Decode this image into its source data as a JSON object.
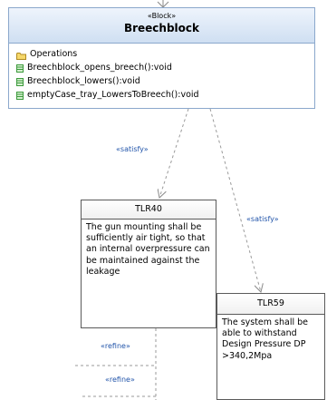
{
  "block": {
    "stereotype": "«Block»",
    "name": "Breechblock",
    "compartment": "Operations",
    "operations": [
      "Breechblock_opens_breech():void",
      "Breechblock_lowers():void",
      "emptyCase_tray_LowersToBreech():void"
    ]
  },
  "req_tlr40": {
    "id": "TLR40",
    "text": "The gun mounting shall be sufficiently air tight, so that an internal overpressure can be maintained against the leakage"
  },
  "req_tlr59": {
    "id": "TLR59",
    "text": "The system shall be able to withstand Design Pressure DP >340,2Mpa"
  },
  "relations": {
    "satisfy_1": "«satisfy»",
    "satisfy_2": "«satisfy»",
    "refine_1": "«refine»",
    "refine_2": "«refine»"
  },
  "colors": {
    "block_border": "#8ba8cc",
    "block_header_top": "#eef4fc",
    "block_header_bottom": "#cfdff2",
    "relation_label": "#2255aa",
    "connector": "#9a9a9a"
  }
}
